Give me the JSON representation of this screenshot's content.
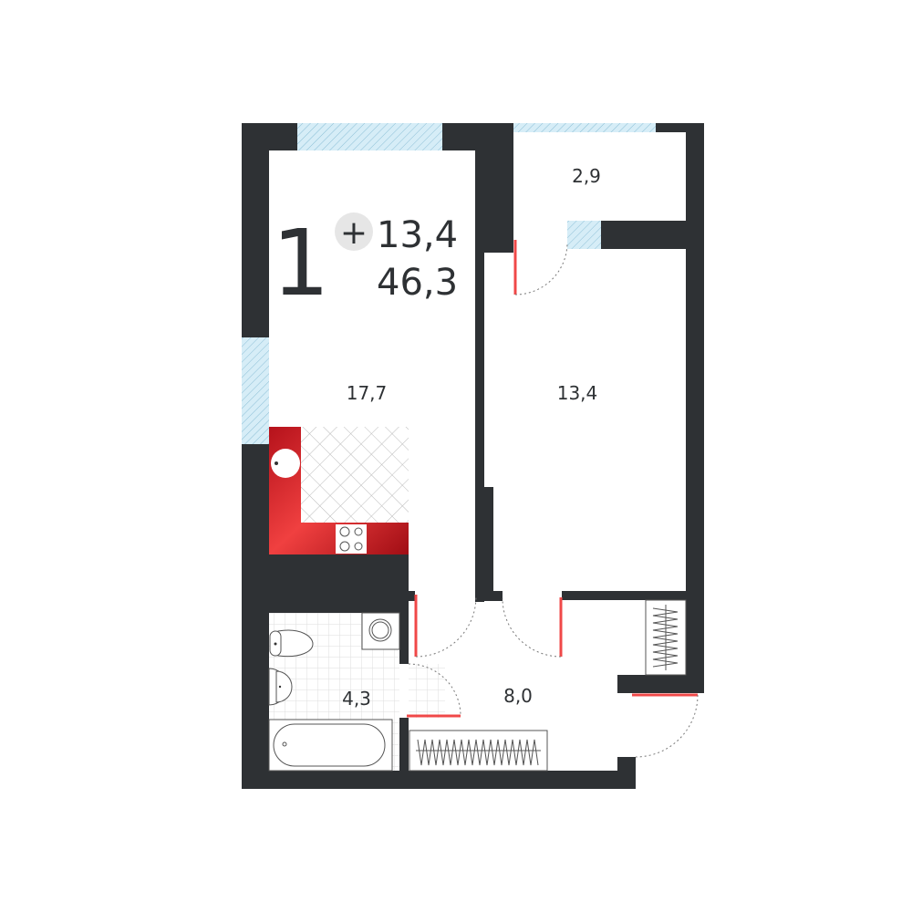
{
  "plan": {
    "rooms_count": "1",
    "badge": "+",
    "living_area": "13,4",
    "total_area": "46,3",
    "rooms": {
      "loggia": "2,9",
      "kitchen_living": "17,7",
      "bedroom": "13,4",
      "bathroom": "4,3",
      "hallway": "8,0"
    }
  },
  "colors": {
    "wall": "#2e3134",
    "door": "#f04848",
    "window": "#cfe8f3",
    "counter": "#e0202a"
  }
}
